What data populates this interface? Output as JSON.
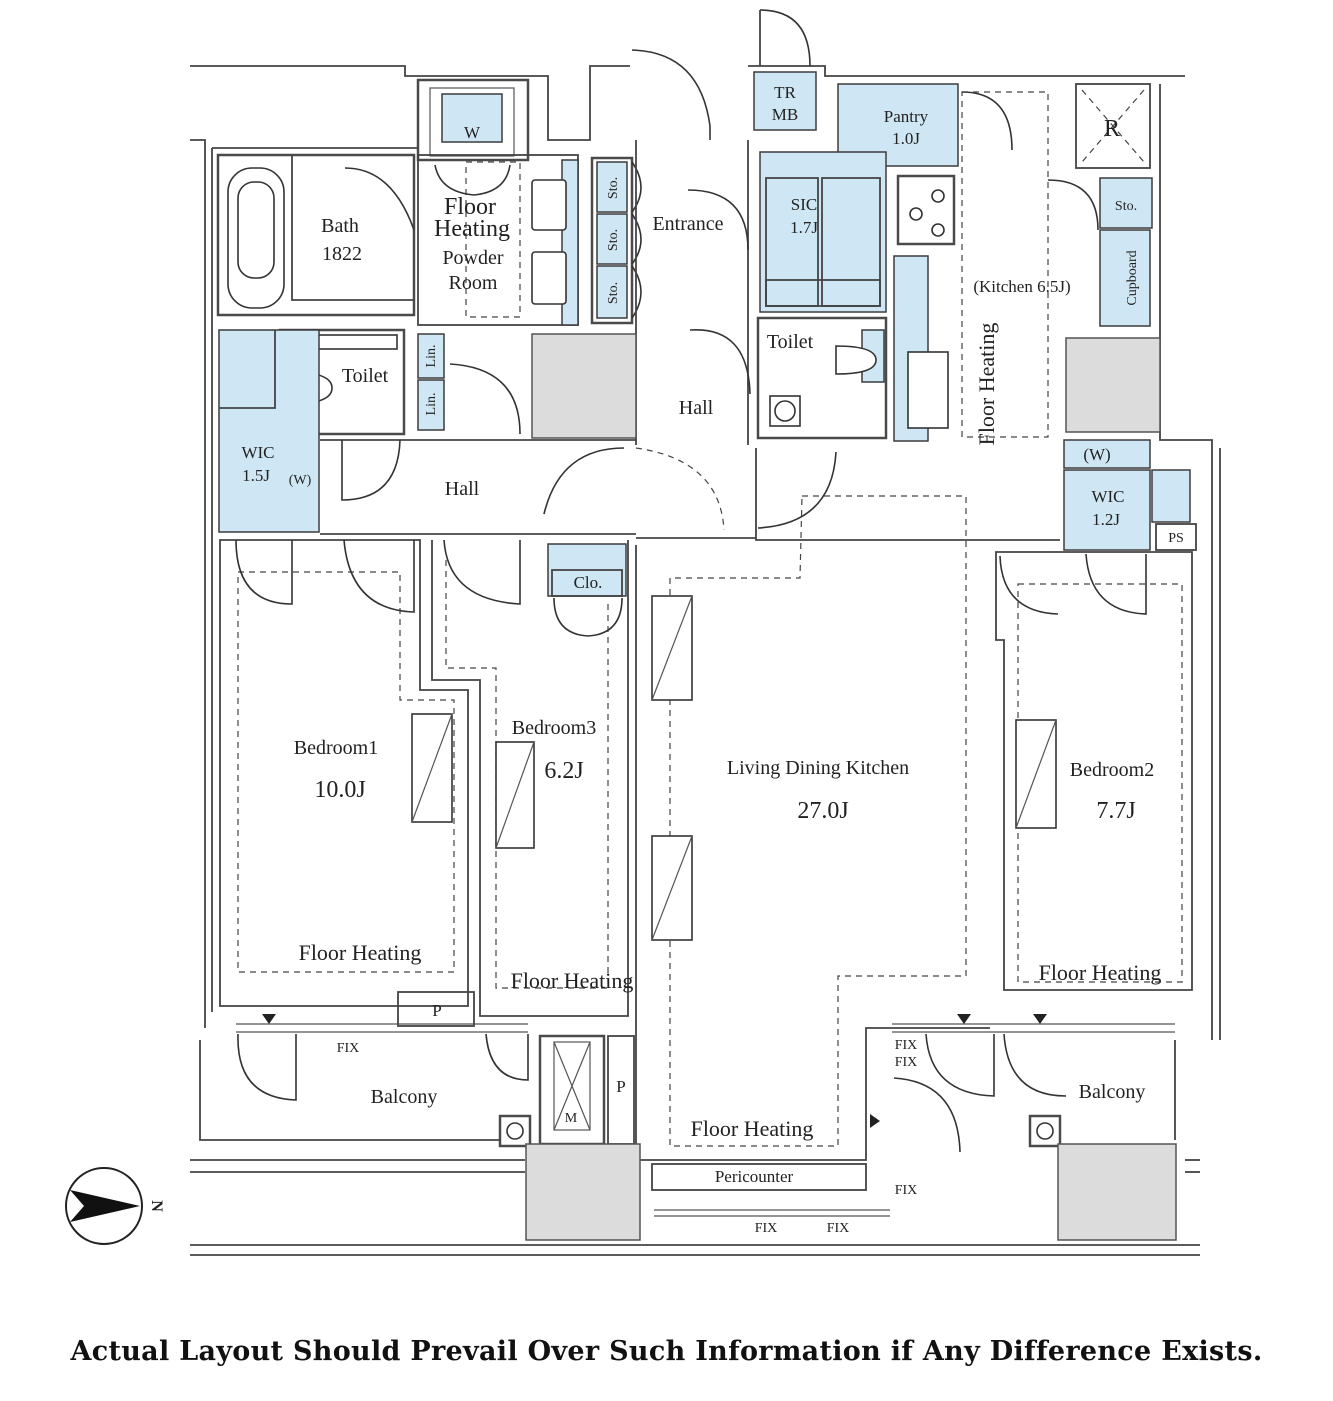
{
  "rooms": {
    "bath": "Bath",
    "bath_size": "1822",
    "powder_floor": "Floor",
    "powder_heating": "Heating",
    "powder_room1": "Powder",
    "powder_room2": "Room",
    "laundry": "W",
    "sto": "Sto.",
    "entrance": "Entrance",
    "tr": "TR",
    "mb": "MB",
    "pantry": "Pantry",
    "pantry_size": "1.0J",
    "sic": "SIC",
    "sic_size": "1.7J",
    "refrigerator": "R",
    "kitchen": "(Kitchen 6.5J)",
    "cupboard": "Cupboard",
    "toilet": "Toilet",
    "lin": "Lin.",
    "hall": "Hall",
    "wic": "WIC",
    "wic1_size": "1.5J",
    "wic2_size": "1.2J",
    "w_paren": "(W)",
    "ps": "PS",
    "clo": "Clo.",
    "bedroom1": "Bedroom1",
    "bedroom1_size": "10.0J",
    "bedroom2": "Bedroom2",
    "bedroom2_size": "7.7J",
    "bedroom3": "Bedroom3",
    "bedroom3_size": "6.2J",
    "ldk": "Living Dining Kitchen",
    "ldk_size": "27.0J",
    "floor_heating": "Floor Heating",
    "balcony": "Balcony",
    "p": "P",
    "m": "M",
    "fix": "FIX",
    "pericounter": "Pericounter",
    "north": "N"
  },
  "colors": {
    "storage_fill": "#cfe7f4",
    "shaft_fill": "#dcdcdc",
    "wall_stroke": "#4a4a4a"
  },
  "footer": {
    "disclaimer": "Actual Layout Should Prevail Over Such Information if Any Difference Exists."
  }
}
